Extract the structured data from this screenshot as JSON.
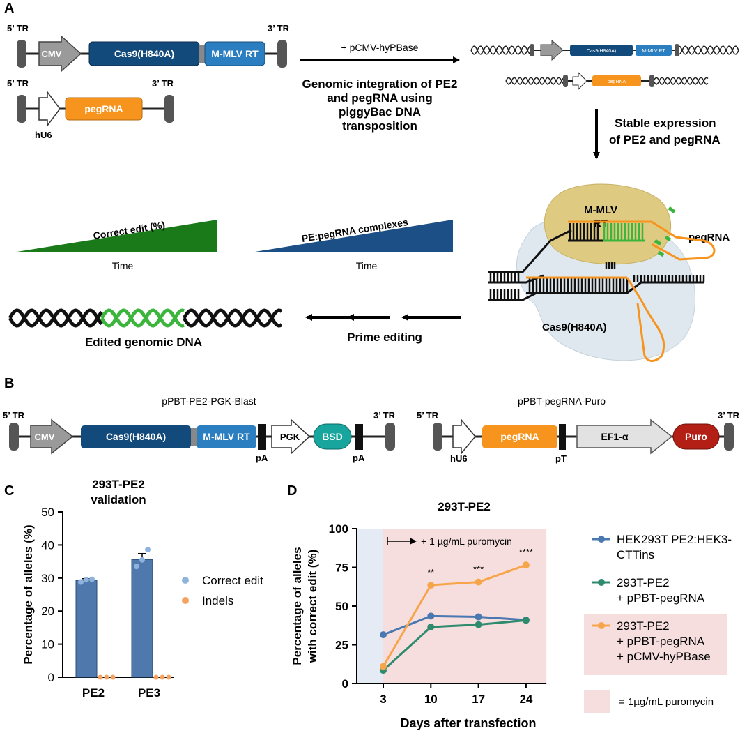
{
  "panels": {
    "A": {
      "letter": "A",
      "construct1": {
        "tr5": "5’ TR",
        "tr3": "3’ TR",
        "promoter": "CMV",
        "cas9": "Cas9(H840A)",
        "rt": "M-MLV RT"
      },
      "construct2": {
        "tr5": "5’ TR",
        "tr3": "3’ TR",
        "promoter": "hU6",
        "pegrna": "pegRNA"
      },
      "arrow_label": "+ pCMV-hyPBase",
      "integration_text": [
        "Genomic integration of PE2",
        "and pegRNA using",
        "piggyBac DNA",
        "transposition"
      ],
      "mini_cas9": "Cas9(H840A)",
      "mini_rt": "M-MLV RT",
      "mini_pegrna": "pegRNA",
      "stable_text": [
        "Stable expression",
        "of PE2 and pegRNA"
      ],
      "complex": {
        "rt": [
          "M-MLV",
          "RT"
        ],
        "pegrna": "pegRNA",
        "cas9": "Cas9(H840A)"
      },
      "wedge1": {
        "label": "Correct edit (%)",
        "axis": "Time",
        "color": "#1a7a1a"
      },
      "wedge2": {
        "label": "PE:pegRNA complexes",
        "axis": "Time",
        "color": "#1b4f86"
      },
      "edited_dna": "Edited genomic DNA",
      "prime_editing": "Prime editing"
    },
    "B": {
      "letter": "B",
      "left": {
        "title": "pPBT-PE2-PGK-Blast",
        "tr5": "5’ TR",
        "tr3": "3’ TR",
        "cmv": "CMV",
        "cas9": "Cas9(H840A)",
        "rt": "M-MLV RT",
        "pgk": "PGK",
        "bsd": "BSD",
        "pa1": "pA",
        "pa2": "pA"
      },
      "right": {
        "title": "pPBT-pegRNA-Puro",
        "tr5": "5’ TR",
        "tr3": "3’ TR",
        "hu6": "hU6",
        "pegrna": "pegRNA",
        "pt": "pT",
        "ef1": "EF1-α",
        "puro": "Puro"
      }
    },
    "C": {
      "letter": "C",
      "title": [
        "293T-PE2",
        "validation"
      ],
      "legend": [
        {
          "name": "Correct edit",
          "color": "#8eb4de"
        },
        {
          "name": "Indels",
          "color": "#f4a460"
        }
      ]
    },
    "D": {
      "letter": "D",
      "title": "293T-PE2",
      "annotation": "+ 1 µg/mL puromycin",
      "legend": [
        {
          "lines": [
            "HEK293T PE2:HEK3-",
            "CTTins"
          ],
          "color": "#4a78b0"
        },
        {
          "lines": [
            "293T-PE2",
            "+ pPBT-pegRNA"
          ],
          "color": "#2e8b6e"
        },
        {
          "lines": [
            "293T-PE2",
            "+ pPBT-pegRNA",
            "+ pCMV-hyPBase"
          ],
          "color": "#f7a54a"
        }
      ],
      "shade_legend": "=  1µg/mL puromycin",
      "significance": [
        "**",
        "***",
        "****"
      ]
    }
  },
  "chart_data": [
    {
      "type": "bar",
      "title": "293T-PE2 validation",
      "categories": [
        "PE2",
        "PE3"
      ],
      "ylabel": "Percentage of alleles (%)",
      "ylim": [
        0,
        50
      ],
      "yticks": [
        0,
        10,
        20,
        30,
        40,
        50
      ],
      "grid": false,
      "legend": "right",
      "series": [
        {
          "name": "Correct edit",
          "values": [
            29.3,
            35.6
          ],
          "error": [
            0.5,
            1.8
          ],
          "points": [
            [
              28.8,
              29.5,
              29.6
            ],
            [
              33.5,
              35.5,
              38.6
            ]
          ]
        },
        {
          "name": "Indels",
          "values": [
            0,
            0
          ],
          "points": [
            [
              0,
              0,
              0
            ],
            [
              0,
              0,
              0
            ]
          ]
        }
      ]
    },
    {
      "type": "line",
      "title": "293T-PE2",
      "xlabel": "Days after transfection",
      "ylabel": "Percentage of alleles with correct edit (%)",
      "x": [
        3,
        10,
        17,
        24
      ],
      "ylim": [
        0,
        100
      ],
      "yticks": [
        0,
        25,
        50,
        75,
        100
      ],
      "grid": false,
      "legend": "right",
      "shaded_region_x": [
        3,
        27
      ],
      "series": [
        {
          "name": "HEK293T PE2:HEK3-CTTins",
          "values": [
            31.5,
            43.5,
            43,
            41
          ]
        },
        {
          "name": "293T-PE2 + pPBT-pegRNA",
          "values": [
            8.5,
            36.5,
            38,
            40.8
          ]
        },
        {
          "name": "293T-PE2 + pPBT-pegRNA + pCMV-hyPBase",
          "values": [
            11,
            63.5,
            65.5,
            76.5
          ]
        }
      ]
    }
  ]
}
